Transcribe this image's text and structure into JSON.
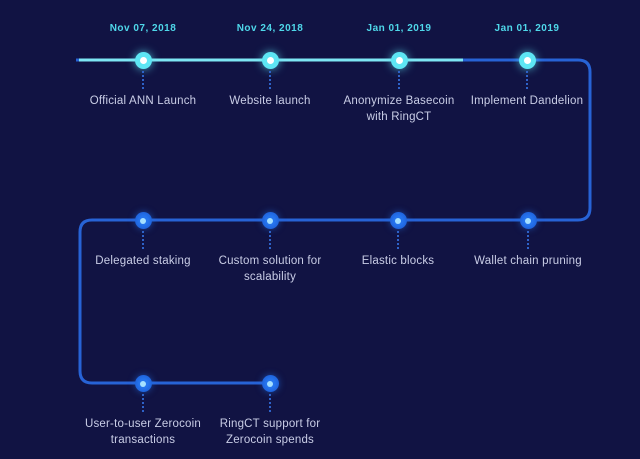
{
  "page": {
    "title": "Project roadmap timeline",
    "background_color": "#111343"
  },
  "theme": {
    "completed_line_color": "#7ee7f5",
    "upcoming_line_color": "#2763d6",
    "completed_dot_color": "#5de6f4",
    "completed_dot_core_color": "#ffffff",
    "upcoming_dot_color": "#2574ee",
    "upcoming_dot_core_color": "#a5e0ff",
    "date_text_color": "#4fd8ea",
    "label_text_color": "#c9cde6"
  },
  "timeline": {
    "rows": [
      {
        "milestones": [
          {
            "date": "Nov 07, 2018",
            "label": "Official ANN Launch",
            "status": "completed"
          },
          {
            "date": "Nov 24, 2018",
            "label": "Website launch",
            "status": "completed"
          },
          {
            "date": "Jan 01, 2019",
            "label": "Anonymize Basecoin\nwith RingCT",
            "status": "completed"
          },
          {
            "date": "Jan 01, 2019",
            "label": "Implement Dandelion",
            "status": "upcoming"
          }
        ]
      },
      {
        "milestones": [
          {
            "label": "Delegated staking",
            "status": "upcoming"
          },
          {
            "label": "Custom solution for\nscalability",
            "status": "upcoming"
          },
          {
            "label": "Elastic blocks",
            "status": "upcoming"
          },
          {
            "label": "Wallet chain pruning",
            "status": "upcoming"
          }
        ]
      },
      {
        "milestones": [
          {
            "label": "User-to-user Zerocoin\ntransactions",
            "status": "upcoming"
          },
          {
            "label": "RingCT support for\nZerocoin spends",
            "status": "upcoming"
          }
        ]
      }
    ]
  }
}
